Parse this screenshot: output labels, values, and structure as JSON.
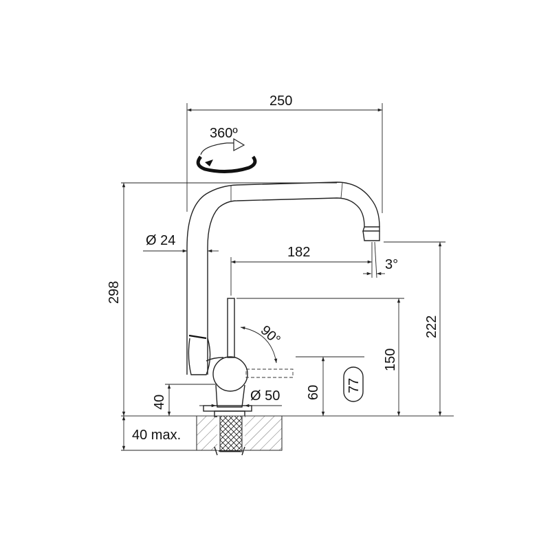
{
  "dimensions": {
    "width_top": "250",
    "rotation": "360º",
    "diameter_body": "Ø 24",
    "reach": "182",
    "spout_angle": "3°",
    "total_height": "298",
    "spout_height": "222",
    "lever_height": "150",
    "lever_angle": "90°",
    "lever_axis_height": "60",
    "base_height": "40",
    "diameter_base": "Ø 50",
    "worktop_max": "40 max.",
    "hole_size": "77"
  }
}
